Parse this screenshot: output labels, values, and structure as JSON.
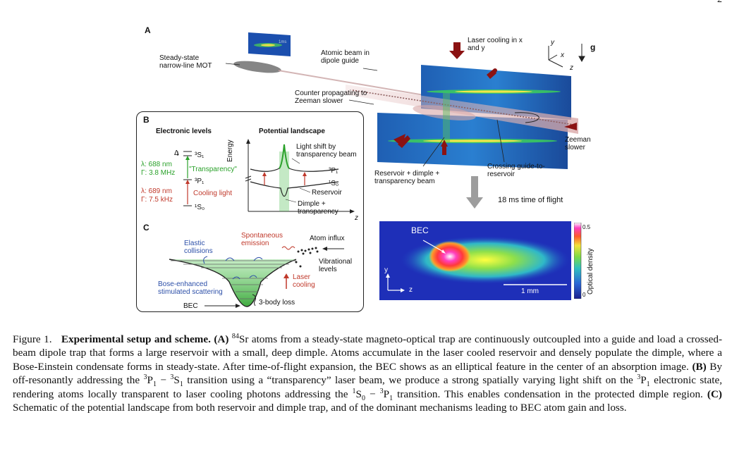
{
  "page_number": "2",
  "figure": {
    "panel_a": {
      "letter": "A",
      "labels": {
        "mot": "Steady-state narrow-line MOT",
        "atomic_beam": "Atomic beam in dipole guide",
        "laser_cooling": "Laser cooling in x and y",
        "counter": "Counter propagating to Zeeman slower",
        "zeeman": "Zeeman slower",
        "reservoir": "Reservoir + dimple + transparency beam",
        "crossing": "Crossing guide-to-reservoir",
        "tof": "18 ms time of flight",
        "g": "g",
        "axis_y": "y",
        "axis_x": "x",
        "axis_z": "z",
        "inset_scale": "1ms"
      }
    },
    "panel_b": {
      "letter": "B",
      "electronic_levels": "Electronic levels",
      "potential_landscape": "Potential landscape",
      "delta": "Δ",
      "level_3s1": "³S₁",
      "level_3p1": "³P₁",
      "level_1s0": "¹S₀",
      "lambda1": "λ: 688 nm",
      "gamma1": "Γ: 3.8 MHz",
      "transparency": "\"Transparency\"",
      "lambda2": "λ: 689 nm",
      "gamma2": "Γ: 7.5 kHz",
      "cooling_light": "Cooling light",
      "energy": "Energy",
      "light_shift": "Light shift by transparency beam",
      "pot_3p1": "³P₁",
      "pot_1s0": "¹S₀",
      "reservoir": "Reservoir",
      "dimple": "Dimple + transparency",
      "z": "z"
    },
    "panel_c": {
      "letter": "C",
      "elastic": "Elastic collisions",
      "spontaneous": "Spontaneous emission",
      "atom_influx": "Atom influx",
      "vibrational": "Vibrational levels",
      "bose": "Bose-enhanced stimulated scattering",
      "laser_cooling": "Laser cooling",
      "bec": "BEC",
      "three_body": "3-body loss"
    },
    "panel_d": {
      "bec": "BEC",
      "axis_y": "y",
      "axis_z": "z",
      "scale": "1 mm",
      "colorbar_label": "Optical density",
      "cb_max": "0.5",
      "cb_min": "0"
    }
  },
  "caption": {
    "prefix": "Figure 1.",
    "title": "Experimental setup and scheme.",
    "p1": "(A)",
    "t1a": " ",
    "iso": "84",
    "t1b": "Sr atoms from a steady-state magneto-optical trap are continuously outcoupled into a guide and load a crossed-beam dipole trap that forms a large reservoir with a small, deep dimple. Atoms accumulate in the laser cooled reservoir and densely populate the dimple, where a Bose-Einstein condensate forms in steady-state. After time-of-flight expansion, the BEC shows as an elliptical feature in the center of an absorption image.",
    "p2": "(B)",
    "t2a": " By off-resonantly addressing the ",
    "t2b": " transition using a “transparency” laser beam, we produce a strong spatially varying light shift on the ",
    "t2c": " electronic state, rendering atoms locally transparent to laser cooling photons addressing the ",
    "t2d": " transition. This enables condensation in the protected dimple region.",
    "p3": "(C)",
    "t3": " Schematic of the potential landscape from both reservoir and dimple trap, and of the dominant mechanisms leading to BEC atom gain and loss."
  }
}
